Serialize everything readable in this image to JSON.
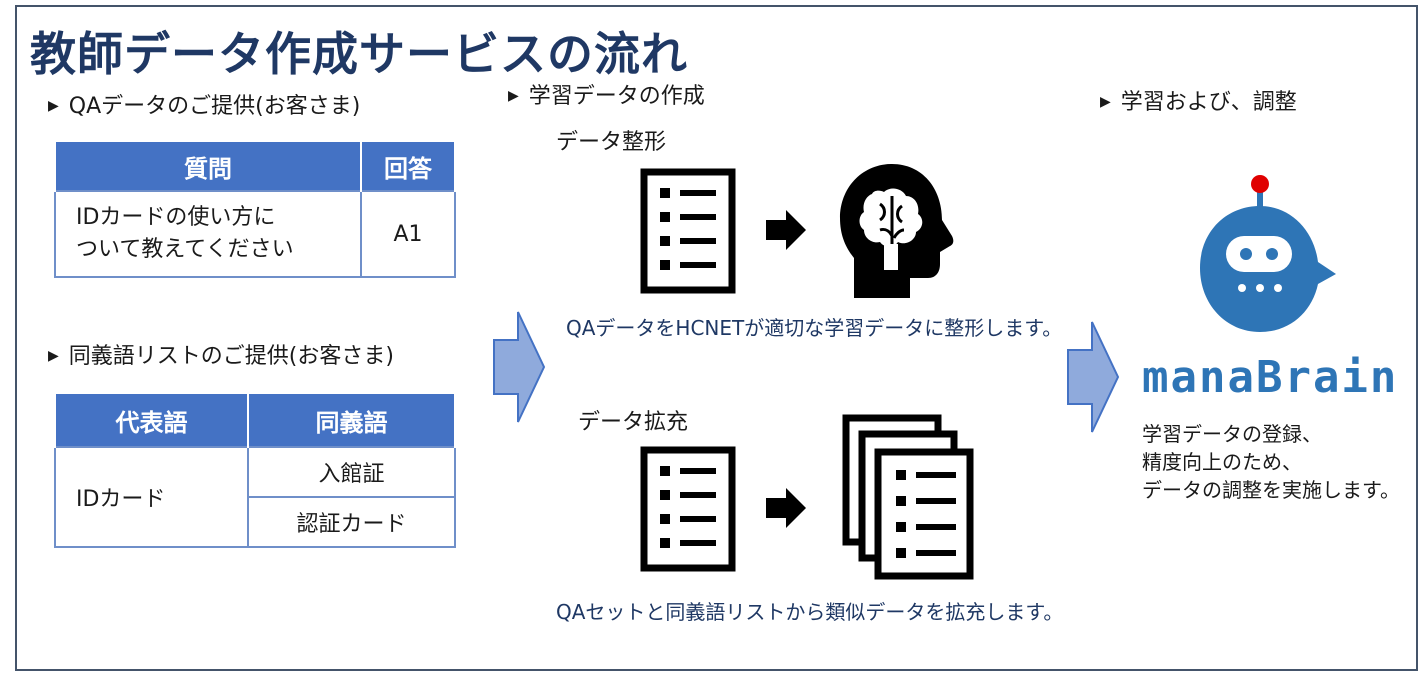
{
  "title": "教師データ作成サービスの流れ",
  "sections": {
    "qa": "QAデータのご提供(お客さま)",
    "synonym": "同義語リストのご提供(お客さま)",
    "create": "学習データの作成",
    "train": "学習および、調整"
  },
  "qa_table": {
    "headers": [
      "質問",
      "回答"
    ],
    "rows": [
      {
        "question_line1": "IDカードの使い方に",
        "question_line2": "ついて教えてください",
        "answer": "A1"
      }
    ]
  },
  "synonym_table": {
    "headers": [
      "代表語",
      "同義語"
    ],
    "term": "IDカード",
    "synonyms": [
      "入館証",
      "認証カード"
    ]
  },
  "steps": {
    "format_title": "データ整形",
    "format_caption": "QAデータをHCNETが適切な学習データに整形します。",
    "expand_title": "データ拡充",
    "expand_caption": "QAセットと同義語リストから類似データを拡充します。"
  },
  "product": {
    "logo": "manaBrain",
    "desc_line1": "学習データの登録、",
    "desc_line2": "精度向上のため、",
    "desc_line3": "データの調整を実施します。"
  },
  "colors": {
    "title": "#1f3864",
    "table_header": "#4472c4",
    "arrow_fill": "#8faadc",
    "robot_blue": "#2e75b6",
    "robot_antenna": "#e00000"
  },
  "icons": [
    "list-document-icon",
    "right-arrow-icon",
    "brain-head-icon",
    "document-stack-icon",
    "robot-chat-icon",
    "flow-arrow-icon"
  ]
}
